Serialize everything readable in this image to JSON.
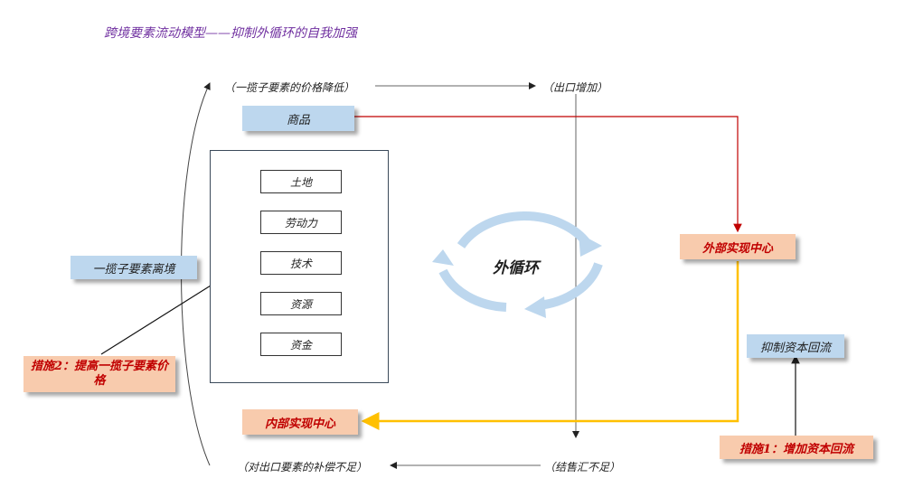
{
  "title": "跨境要素流动模型——抑制外循环的自我加强",
  "notes": {
    "price_lower": "（一揽子要素的价格降低）",
    "export_up": "（出口增加）",
    "subsidy_short": "（对出口要素的补偿不足）",
    "fx_short": "（结售汇不足）"
  },
  "boxes": {
    "goods": "商品",
    "external_center": "外部实现中心",
    "internal_center": "内部实现中心",
    "bundle_leave": "一揽子要素离境",
    "suppress_backflow": "抑制资本回流",
    "measure1": "措施1：增加资本回流",
    "measure2": "措施2：提高一揽子要素价格"
  },
  "elements": [
    "土地",
    "劳动力",
    "技术",
    "资源",
    "资金"
  ],
  "center_label": "外循环",
  "colors": {
    "title": "#7030a0",
    "blue_box": "#bdd7ee",
    "peach_box": "#f8cbad",
    "red_text": "#c00000",
    "red_line": "#c00000",
    "yellow_line": "#ffc000",
    "cycle_arrow": "#bdd7ee"
  }
}
